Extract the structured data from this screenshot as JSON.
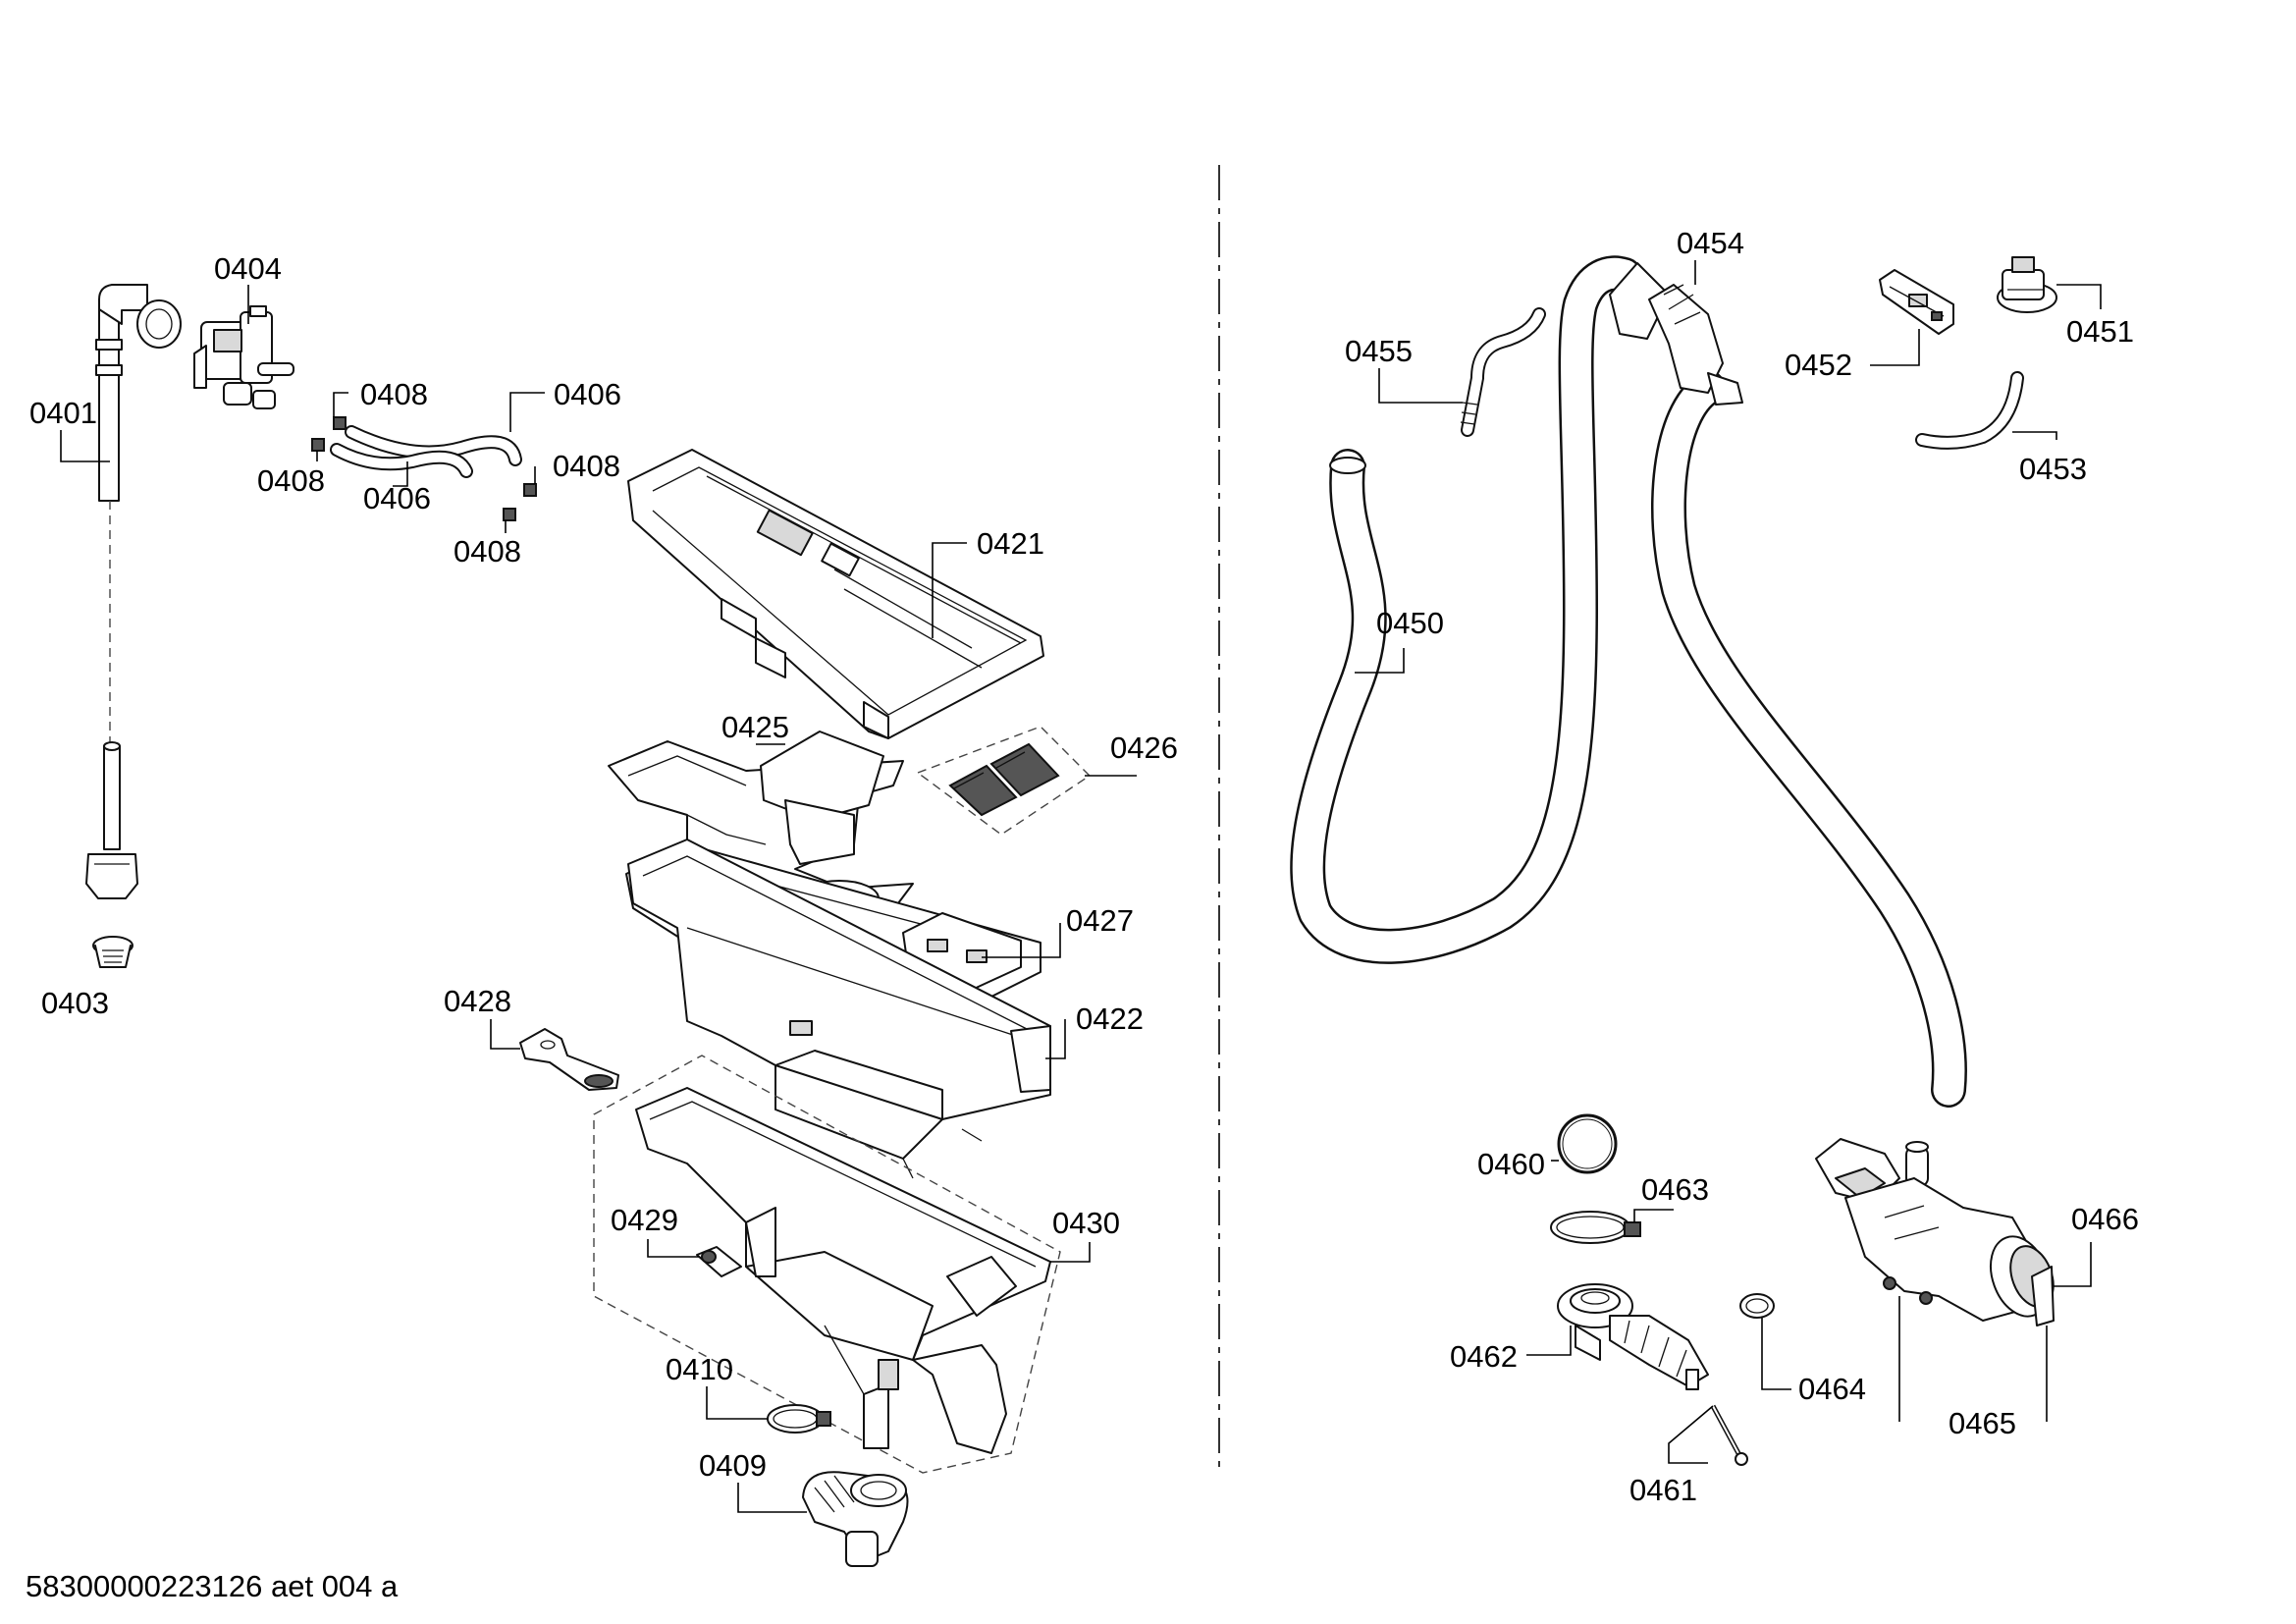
{
  "labels": {
    "p0401": "0401",
    "p0403": "0403",
    "p0404": "0404",
    "p0406a": "0406",
    "p0406b": "0406",
    "p0408a": "0408",
    "p0408b": "0408",
    "p0408c": "0408",
    "p0408d": "0408",
    "p0409": "0409",
    "p0410": "0410",
    "p0421": "0421",
    "p0422": "0422",
    "p0425": "0425",
    "p0426": "0426",
    "p0427": "0427",
    "p0428": "0428",
    "p0429": "0429",
    "p0430": "0430",
    "p0450": "0450",
    "p0451": "0451",
    "p0452": "0452",
    "p0453": "0453",
    "p0454": "0454",
    "p0455": "0455",
    "p0460": "0460",
    "p0461": "0461",
    "p0462": "0462",
    "p0463": "0463",
    "p0464": "0464",
    "p0465": "0465",
    "p0466": "0466"
  },
  "footer": "58300000223126 aet 004 a"
}
